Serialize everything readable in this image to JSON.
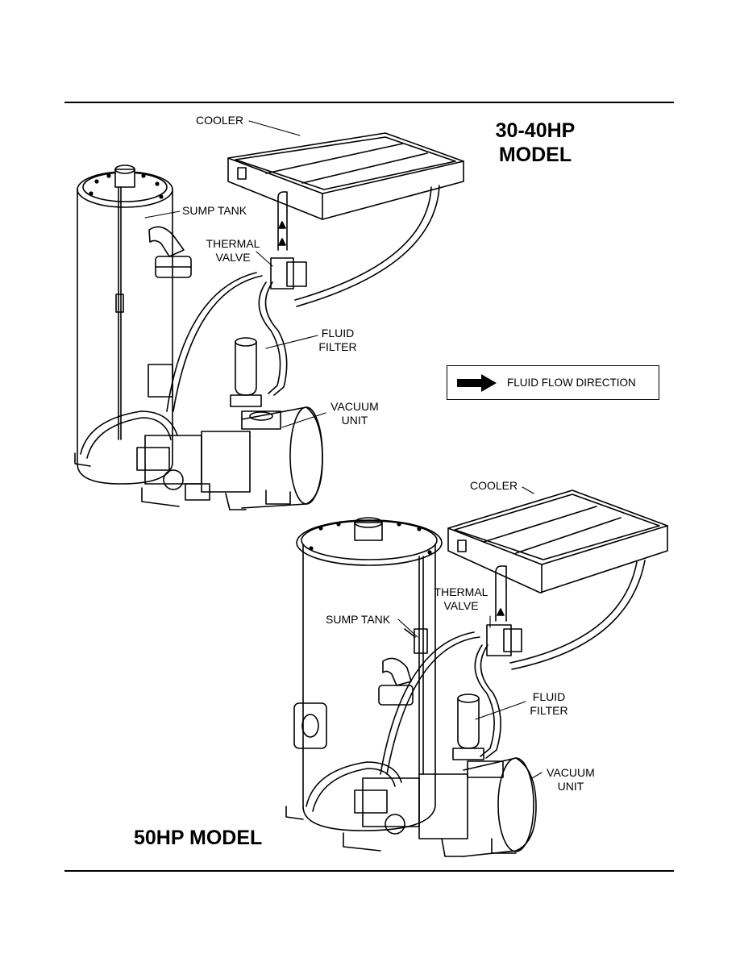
{
  "diagram": {
    "top_model": {
      "title_line1": "30-40HP",
      "title_line2": "MODEL",
      "labels": {
        "cooler": "COOLER",
        "sump_tank": "SUMP TANK",
        "thermal_valve_line1": "THERMAL",
        "thermal_valve_line2": "VALVE",
        "fluid_filter_line1": "FLUID",
        "fluid_filter_line2": "FILTER",
        "vacuum_unit_line1": "VACUUM",
        "vacuum_unit_line2": "UNIT"
      }
    },
    "bottom_model": {
      "title": "50HP MODEL",
      "labels": {
        "cooler": "COOLER",
        "sump_tank": "SUMP TANK",
        "thermal_valve_line1": "THERMAL",
        "thermal_valve_line2": "VALVE",
        "fluid_filter_line1": "FLUID",
        "fluid_filter_line2": "FILTER",
        "vacuum_unit_line1": "VACUUM",
        "vacuum_unit_line2": "UNIT"
      }
    },
    "legend": {
      "text": "FLUID FLOW DIRECTION",
      "icon": "right-arrow-icon"
    }
  }
}
